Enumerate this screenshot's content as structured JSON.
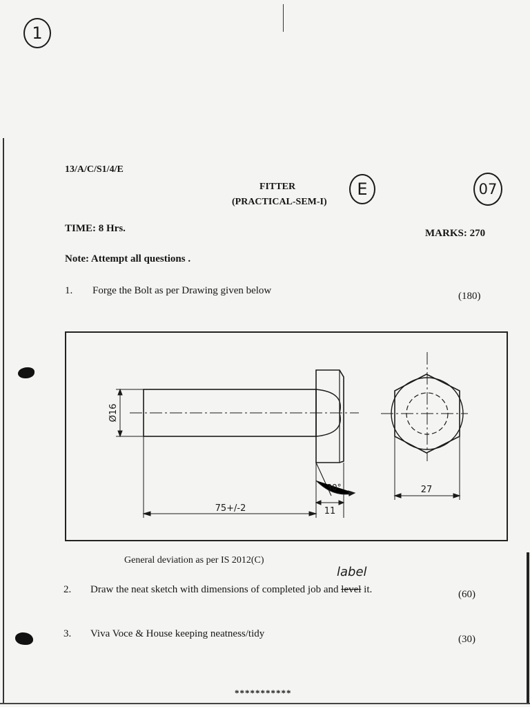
{
  "page_number_mark": "1",
  "header": {
    "code": "13/A/C/S1/4/E",
    "trade": "FITTER",
    "exam": "(PRACTICAL-SEM-I)",
    "version_mark": "E",
    "paper_mark": "07",
    "time": "TIME: 8 Hrs.",
    "marks": "MARKS: 270"
  },
  "note": "Note: Attempt all questions .",
  "questions": [
    {
      "number": "1.",
      "text": "Forge the Bolt as per Drawing given below",
      "marks": "(180)"
    },
    {
      "number": "2.",
      "text_before": "Draw the neat sketch with dimensions of completed job and ",
      "struck": "level",
      "text_after": " it.",
      "correction": "label",
      "marks": "(60)"
    },
    {
      "number": "3.",
      "text": "Viva Voce & House keeping neatness/tidy",
      "marks": "(30)"
    }
  ],
  "drawing": {
    "diameter_label": "Ø16",
    "length_label": "75+/-2",
    "head_label": "11",
    "angle_label": "30°",
    "across_flats_label": "27"
  },
  "deviation_note": "General deviation as per IS 2012(C)",
  "end_mark": "***********"
}
